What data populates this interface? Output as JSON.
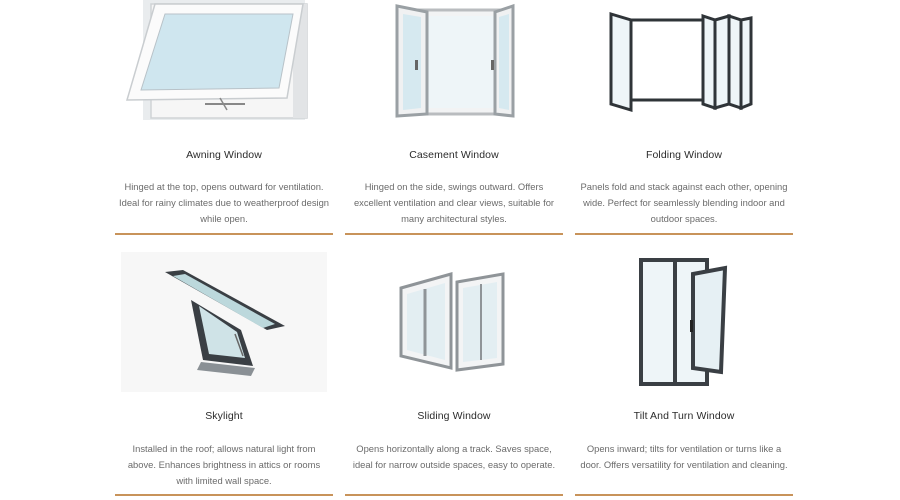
{
  "products": [
    {
      "title": "Awning Window",
      "description": "Hinged at the top, opens outward for ventilation. Ideal for rainy climates due to weatherproof design while open.",
      "image_icon": "awning-window-icon"
    },
    {
      "title": "Casement Window",
      "description": "Hinged on the side, swings outward. Offers excellent ventilation and clear views, suitable for many architectural styles.",
      "image_icon": "casement-window-icon"
    },
    {
      "title": "Folding Window",
      "description": "Panels fold and stack against each other, opening wide. Perfect for seamlessly blending indoor and outdoor spaces.",
      "image_icon": "folding-window-icon"
    },
    {
      "title": "Skylight",
      "description": "Installed in the roof; allows natural light from above. Enhances brightness in attics or rooms with limited wall space.",
      "image_icon": "skylight-icon"
    },
    {
      "title": "Sliding Window",
      "description": "Opens horizontally along a track. Saves space, ideal for narrow outside spaces, easy to operate.",
      "image_icon": "sliding-window-icon"
    },
    {
      "title": "Tilt And Turn Window",
      "description": "Opens inward; tilts for ventilation or turns like a door. Offers versatility for ventilation and cleaning.",
      "image_icon": "tilt-turn-window-icon"
    }
  ],
  "colors": {
    "accent_rule": "#c8935a",
    "title_text": "#2b2b2b",
    "body_text": "#6b6b6b",
    "glass": "#cfe6ef",
    "frame_white": "#f4f4f4",
    "frame_dark": "#3a3f44",
    "frame_silver": "#b9bcbf"
  }
}
